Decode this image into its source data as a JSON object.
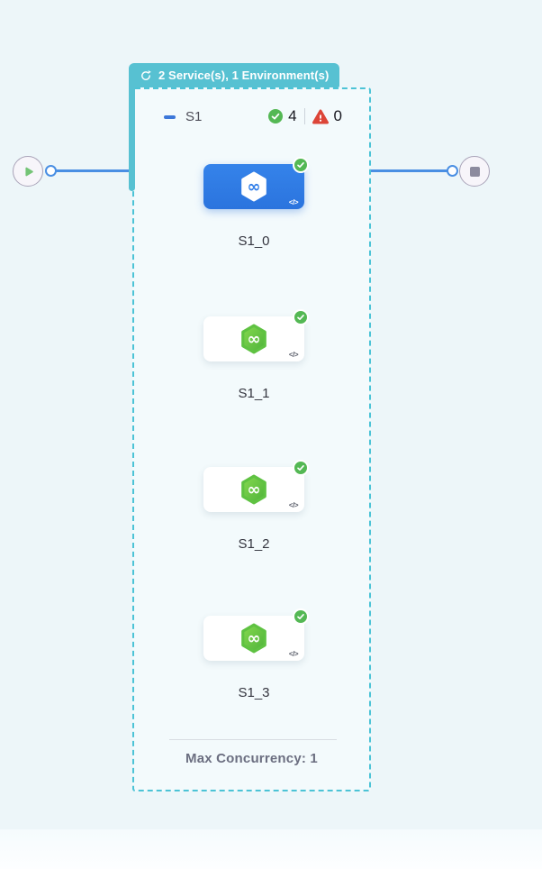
{
  "header_badge": {
    "label": "2 Service(s), 1 Environment(s)",
    "icon": "loop-icon"
  },
  "stage": {
    "name": "S1",
    "success_count": "4",
    "error_count": "0",
    "footer": "Max Concurrency: 1",
    "nodes": [
      {
        "label": "S1_0",
        "state": "selected",
        "status": "success",
        "code_icon": "</>"
      },
      {
        "label": "S1_1",
        "state": "default",
        "status": "success",
        "code_icon": "</>"
      },
      {
        "label": "S1_2",
        "state": "default",
        "status": "success",
        "code_icon": "</>"
      },
      {
        "label": "S1_3",
        "state": "default",
        "status": "success",
        "code_icon": "</>"
      }
    ]
  },
  "colors": {
    "bg": "#edf6f9",
    "teal": "#57c1d2",
    "dash": "#4cc3d6",
    "connector": "#4a8fe3",
    "success": "#54b854",
    "error": "#dc4538",
    "node-blue": "#2f7de8",
    "play-green": "#74c476",
    "stop-gray": "#8c8b9e"
  }
}
